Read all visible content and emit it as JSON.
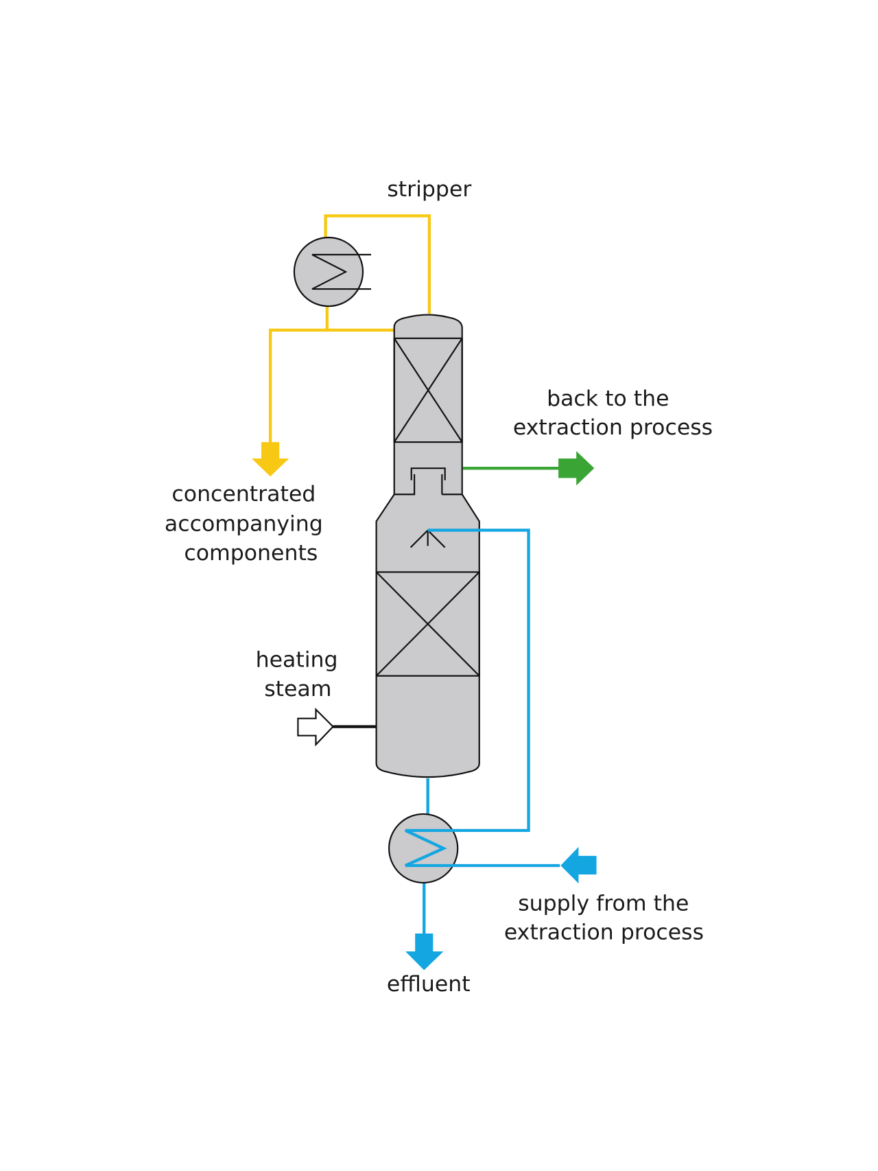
{
  "title": "stripper",
  "labels": {
    "stripper": "stripper",
    "back_to_extraction": [
      "back to the",
      "extraction process"
    ],
    "concentrated": [
      "concentrated",
      "accompanying",
      "components"
    ],
    "heating_steam": [
      "heating",
      "steam"
    ],
    "supply_from_extraction": [
      "supply from the",
      "extraction process"
    ],
    "effluent": "effluent"
  },
  "streams": [
    {
      "name": "overhead-vapor",
      "color": "#f7c814",
      "label": "concentrated accompanying components"
    },
    {
      "name": "side-draw",
      "color": "#3aa535",
      "label": "back to the extraction process"
    },
    {
      "name": "feed",
      "color": "#14a6e1",
      "label": "supply from the extraction process"
    },
    {
      "name": "bottoms",
      "color": "#14a6e1",
      "label": "effluent"
    },
    {
      "name": "heating-steam",
      "color": "#ffffff",
      "label": "heating steam"
    }
  ],
  "colors": {
    "yellow": "#f7c814",
    "green": "#3aa535",
    "blue": "#14a6e1",
    "vessel_fill": "#cbcacc",
    "outline": "#111111"
  }
}
